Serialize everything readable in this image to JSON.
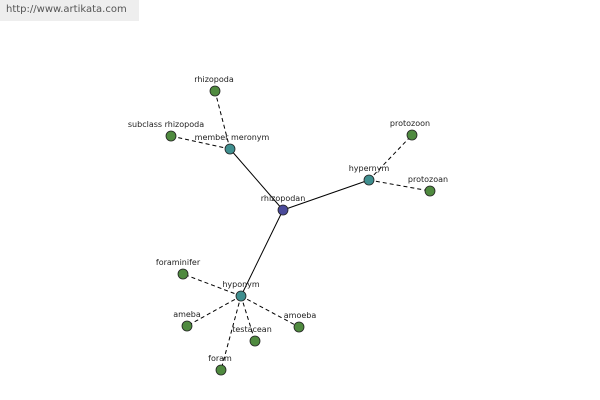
{
  "source_link": "http://www.artikata.com",
  "colors": {
    "center_node": "#4a4a9a",
    "relation_node": "#3f8f8f",
    "term_node": "#4f8a3f"
  },
  "graph": {
    "center": {
      "id": "rhizopodan",
      "label": "rhizopodan"
    },
    "relations": [
      {
        "id": "member-meronym",
        "label": "member meronym"
      },
      {
        "id": "hypernym",
        "label": "hypernym"
      },
      {
        "id": "hyponym",
        "label": "hyponym"
      }
    ],
    "terms": [
      {
        "id": "rhizopoda",
        "label": "rhizopoda",
        "relation": "member-meronym"
      },
      {
        "id": "subclass-rhizopoda",
        "label": "subclass rhizopoda",
        "relation": "member-meronym"
      },
      {
        "id": "protozoon",
        "label": "protozoon",
        "relation": "hypernym"
      },
      {
        "id": "protozoan",
        "label": "protozoan",
        "relation": "hypernym"
      },
      {
        "id": "foraminifer",
        "label": "foraminifer",
        "relation": "hyponym"
      },
      {
        "id": "ameba",
        "label": "ameba",
        "relation": "hyponym"
      },
      {
        "id": "testacean",
        "label": "testacean",
        "relation": "hyponym"
      },
      {
        "id": "amoeba",
        "label": "amoeba",
        "relation": "hyponym"
      },
      {
        "id": "foram",
        "label": "foram",
        "relation": "hyponym"
      }
    ]
  }
}
